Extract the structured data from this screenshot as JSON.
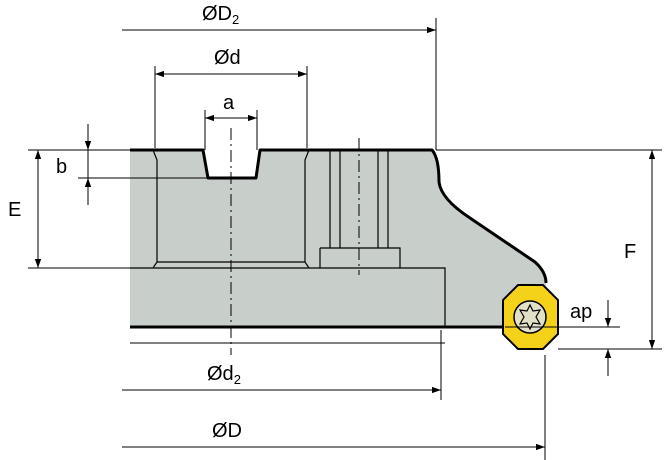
{
  "labels": {
    "D2_main": "ØD",
    "D2_sub": "2",
    "d": "Ød",
    "a": "a",
    "b": "b",
    "E": "E",
    "F": "F",
    "ap": "ap",
    "d2_main": "Ød",
    "d2_sub": "2",
    "D": "ØD"
  },
  "colors": {
    "body_fill": "#c8ceca",
    "insert_fill": "#f5d21a",
    "insert_stroke": "#000000",
    "screw_fill": "#e3e0c8"
  },
  "icons": {
    "screw": "torx-screw-icon"
  }
}
